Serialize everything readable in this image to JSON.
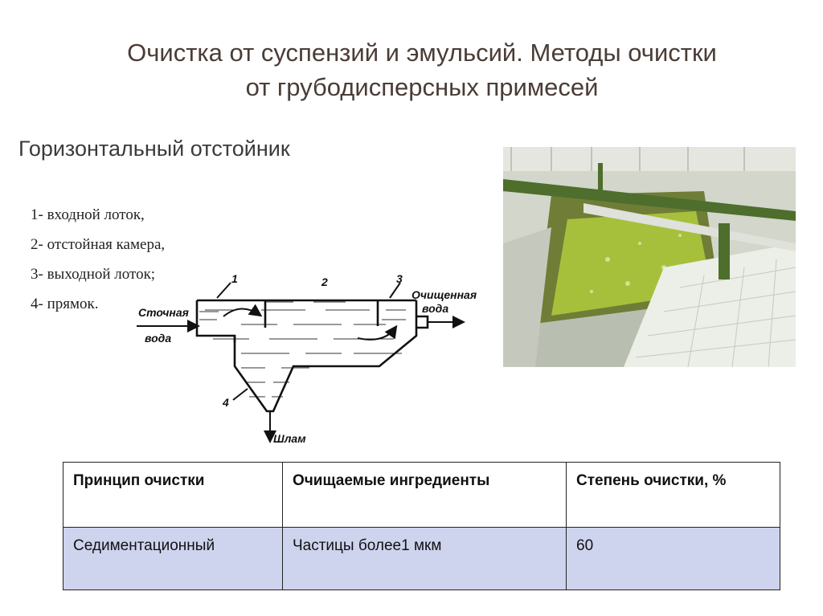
{
  "slide": {
    "title_line1": "Очистка от суспензий и эмульсий. Методы очистки",
    "title_line2": "от грубодисперсных примесей",
    "subtitle": "Горизонтальный отстойник"
  },
  "legend": [
    "1- входной лоток,",
    "2- отстойная камера,",
    "3- выходной лоток;",
    "4- прямок."
  ],
  "diagram": {
    "inlet_line1": "Сточная",
    "inlet_line2": "вода",
    "outlet_line1": "Очищенная",
    "outlet_line2": "вода",
    "sludge": "Шлам",
    "n1": "1",
    "n2": "2",
    "n3": "3",
    "n4": "4"
  },
  "table": {
    "headers": [
      "Принцип очистки",
      "Очищаемые ингредиенты",
      "Степень очистки, %"
    ],
    "rows": [
      [
        "Седиментационный",
        "Частицы более1 мкм",
        "60"
      ]
    ]
  },
  "colors": {
    "title": "#4a3c36",
    "table_row_bg": "#ced3ee",
    "water_green": "#9fb833",
    "frame_green": "#4d6e2c"
  }
}
